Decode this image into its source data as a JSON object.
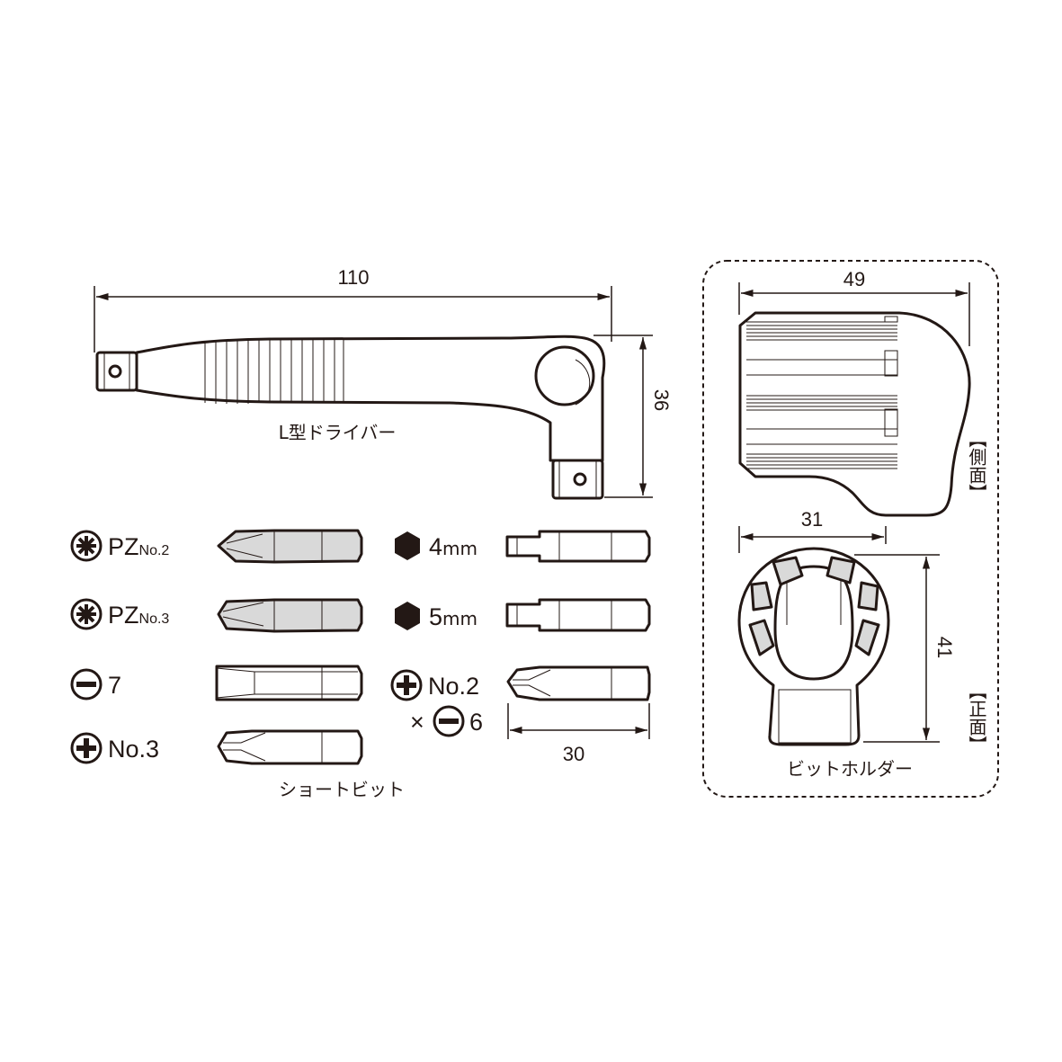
{
  "l_driver": {
    "name": "L型ドライバー",
    "length": "110",
    "height": "36"
  },
  "short_bits": {
    "caption": "ショートビット",
    "bit_length": "30",
    "items": [
      {
        "icon": "pozidriv-icon",
        "label": "PZ",
        "sub": "No.2"
      },
      {
        "icon": "pozidriv-icon",
        "label": "PZ",
        "sub": "No.3"
      },
      {
        "icon": "slotted-icon",
        "label": "7"
      },
      {
        "icon": "phillips-icon",
        "label": "No.3"
      },
      {
        "icon": "hex-icon",
        "label": "4",
        "sub": "mm"
      },
      {
        "icon": "hex-icon",
        "label": "5",
        "sub": "mm"
      },
      {
        "icon": "phillips-icon",
        "label": "No.2",
        "times": "×",
        "icon2": "slotted-icon",
        "label2": "6"
      }
    ]
  },
  "bit_holder": {
    "name": "ビットホルダー",
    "side_label": "【側面】",
    "front_label": "【正面】",
    "side_width": "49",
    "front_width": "31",
    "front_height": "41"
  },
  "colors": {
    "ink": "#231815",
    "bit_fill": "#d9d9d9"
  }
}
